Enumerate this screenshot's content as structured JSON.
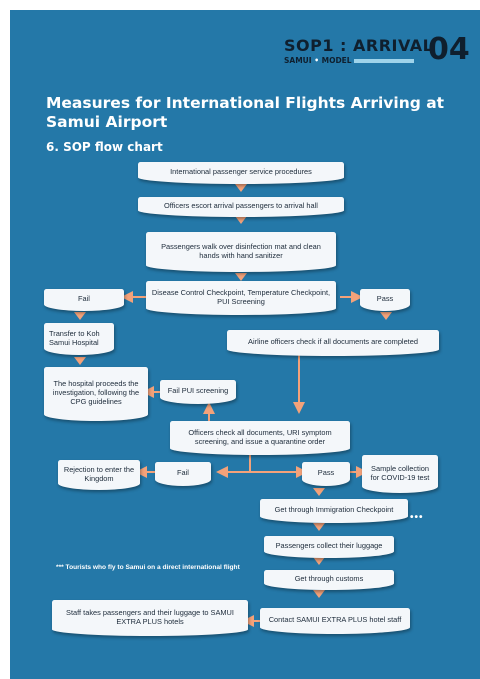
{
  "header": {
    "sop": "SOP1 : ARRIVAL",
    "subtitle_a": "SAMUI",
    "subtitle_dot": "•",
    "subtitle_b": "MODEL",
    "number": "04"
  },
  "title": "Measures for International Flights Arriving at Samui Airport",
  "section": "6. SOP flow chart",
  "nodes": {
    "n1": "International passenger service procedures",
    "n2": "Officers escort arrival passengers to arrival hall",
    "n3": "Passengers walk over disinfection mat and clean hands with hand sanitizer",
    "n4": "Disease Control Checkpoint, Temperature Checkpoint, PUI Screening",
    "fail1": "Fail",
    "pass1": "Pass",
    "transfer": "Transfer to Koh Samui Hospital",
    "airline": "Airline officers check if all documents are completed",
    "hospital": "The hospital proceeds the investigation, following the CPG guidelines",
    "failpui": "Fail PUI screening",
    "officers": "Officers check all documents, URI symptom screening, and issue a quarantine order",
    "rejection": "Rejection to enter the Kingdom",
    "fail2": "Fail",
    "pass2": "Pass",
    "sample": "Sample collection for COVID-19 test",
    "immigration": "Get through Immigration Checkpoint",
    "luggage": "Passengers collect their luggage",
    "customs": "Get through customs",
    "contact": "Contact SAMUI EXTRA PLUS hotel staff",
    "staff": "Staff takes passengers and their luggage to SAMUI EXTRA PLUS hotels"
  },
  "note": "*** Tourists who fly to Samui on a direct international flight",
  "dots": "•••",
  "colors": {
    "panel": "#2478a8",
    "arrow": "#f3a27a",
    "box": "#f4f7fa",
    "dark": "#0f1f2e"
  }
}
